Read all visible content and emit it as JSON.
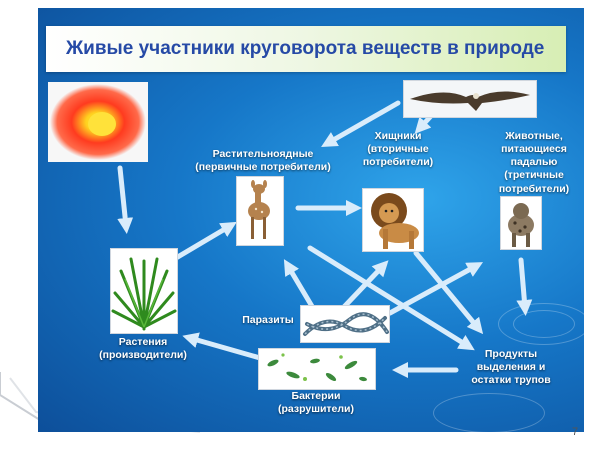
{
  "title": "Живые участники круговорота веществ в природе",
  "nodes": {
    "herbivores": "Растительноядные\n(первичные потребители)",
    "predators": "Хищники\n(вторичные\nпотребители)",
    "scavengers": "Животные,\nпитающиеся\nпадалью\n(третичные\nпотребители)",
    "plants": "Растения\n(производители)",
    "parasites": "Паразиты",
    "bacteria": "Бактерии\n(разрушители)",
    "products": "Продукты\nвыделения и\nостатки трупов"
  },
  "page_number": "7",
  "colors": {
    "background": "#1677c8",
    "title_text": "#264aa6",
    "arrow": "#d9ecfb",
    "sun": "#ff3b1f",
    "sun_core": "#ffe23a"
  },
  "icons": {
    "sun": "sun-icon",
    "eagle": "eagle-icon",
    "deer": "deer-icon",
    "lion": "lion-icon",
    "hyena": "hyena-icon",
    "plant": "palm-plant-icon",
    "worms": "parasite-worms-icon",
    "bacteria": "bacteria-icon"
  }
}
